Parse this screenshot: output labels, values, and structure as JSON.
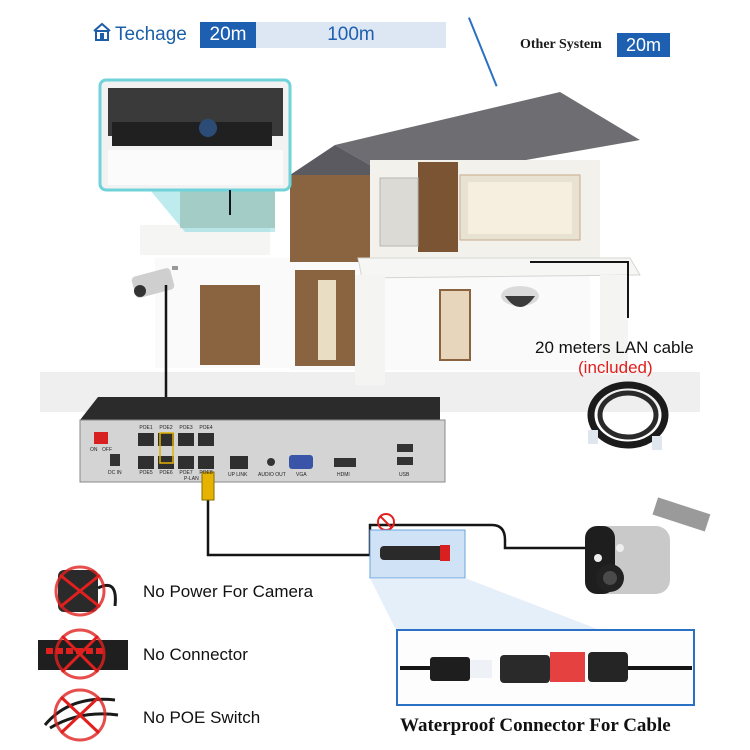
{
  "header": {
    "brand": "Techage",
    "techage_distance": "20m",
    "extended_distance": "100m",
    "other_system_label": "Other System",
    "other_system_distance": "20m"
  },
  "cable_callout": {
    "title": "20 meters LAN cable",
    "note": "(included)"
  },
  "features": [
    {
      "label": "No Power For Camera",
      "icon": "power-adapter-crossed-icon"
    },
    {
      "label": "No Connector",
      "icon": "network-switch-crossed-icon"
    },
    {
      "label": "No POE Switch",
      "icon": "splitter-cable-crossed-icon"
    }
  ],
  "connector_caption": "Waterproof Connector For Cable",
  "nvr": {
    "ports_top": [
      "POE1",
      "POE2",
      "POE3",
      "POE4"
    ],
    "ports_bottom": [
      "POE5",
      "POE6",
      "POE7",
      "POE8"
    ],
    "labels": [
      "ON",
      "OFF",
      "DC IN",
      "P-LAN",
      "UP LINK",
      "AUDIO OUT",
      "VGA",
      "HDMI",
      "USB"
    ]
  },
  "colors": {
    "brand_blue": "#1d5fb0",
    "light_blue": "#dde7f4",
    "accent_red": "#e0201e",
    "highlight_cyan": "#6fd3d9"
  }
}
